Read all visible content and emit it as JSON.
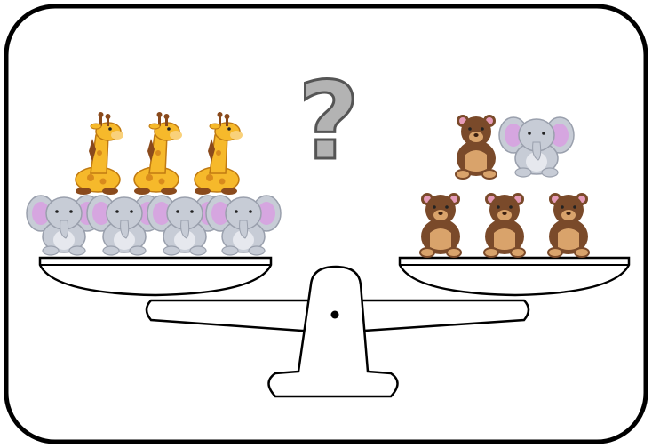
{
  "scene": {
    "question_mark": "?",
    "left_pan": [
      "giraffe",
      "giraffe",
      "giraffe",
      "elephant",
      "elephant",
      "elephant",
      "elephant"
    ],
    "right_pan": [
      "bear",
      "elephant",
      "bear",
      "bear",
      "bear"
    ]
  },
  "colors": {
    "frame": "#000000",
    "question": "#b3b3b3",
    "giraffe_body": "#f6b92b",
    "giraffe_spots": "#8a4a1c",
    "elephant_body": "#c7ccd6",
    "elephant_ear": "#d6a6e0",
    "bear_body": "#7a4a2a",
    "bear_belly": "#d9a36b"
  }
}
